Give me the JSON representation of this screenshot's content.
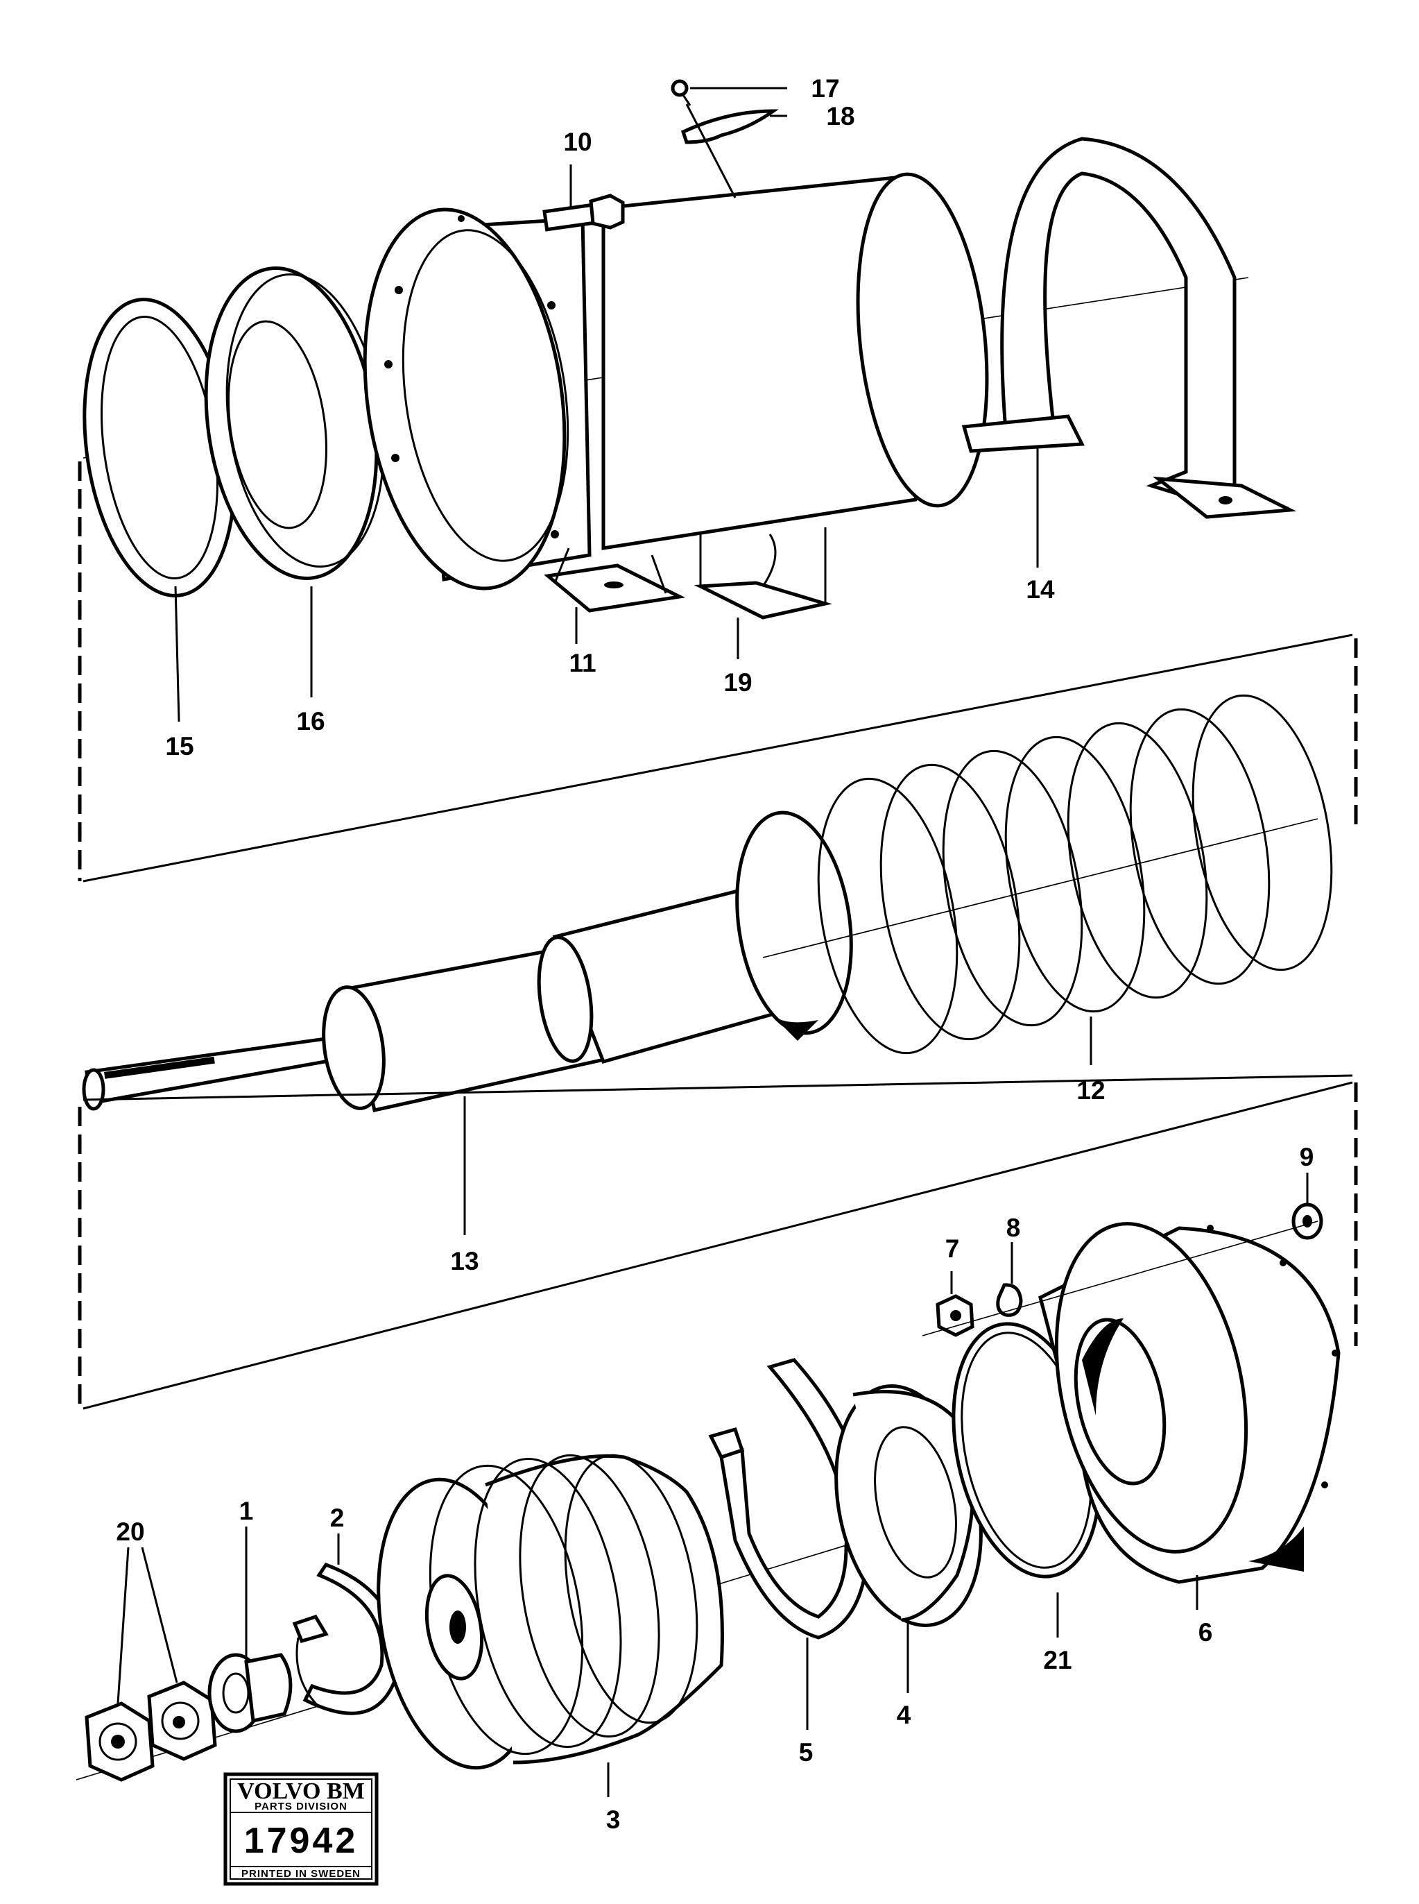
{
  "callouts": {
    "c1": "1",
    "c2": "2",
    "c3": "3",
    "c4": "4",
    "c5": "5",
    "c6": "6",
    "c7": "7",
    "c8": "8",
    "c9": "9",
    "c10": "10",
    "c11": "11",
    "c12": "12",
    "c13": "13",
    "c14": "14",
    "c15": "15",
    "c16": "16",
    "c17": "17",
    "c18": "18",
    "c19": "19",
    "c20": "20",
    "c21": "21"
  },
  "stamp": {
    "brand": "VOLVO BM",
    "division": "PARTS DIVISION",
    "number": "17942",
    "footer": "PRINTED IN SWEDEN"
  }
}
